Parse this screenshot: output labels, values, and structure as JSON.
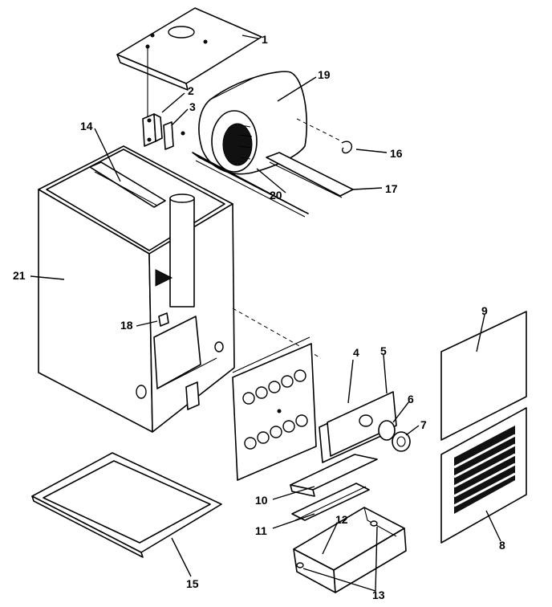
{
  "diagram": {
    "labels": {
      "p1": "1",
      "p2": "2",
      "p3": "3",
      "p4": "4",
      "p5": "5",
      "p6": "6",
      "p7": "7",
      "p8": "8",
      "p9": "9",
      "p10": "10",
      "p11": "11",
      "p12": "12",
      "p13": "13",
      "p14": "14",
      "p15": "15",
      "p16": "16",
      "p17": "17",
      "p18": "18",
      "p19": "19",
      "p20": "20",
      "p21": "21"
    }
  }
}
